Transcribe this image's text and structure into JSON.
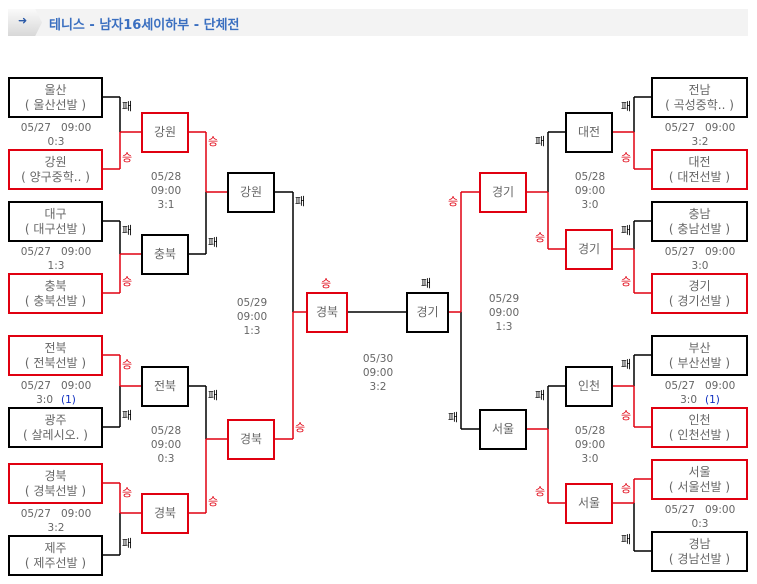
{
  "header": {
    "title": "테니스 - 남자16세이하부 - 단체전",
    "icon": "arrow-right-icon"
  },
  "labels": {
    "win": "승",
    "lose": "패"
  },
  "colors": {
    "win": "#e00010",
    "lose": "#000000",
    "title": "#3a6fc0",
    "note": "#1030c0"
  },
  "left": {
    "r1": [
      {
        "top": {
          "name": "울산",
          "team": "( 울산선발 )",
          "win": false
        },
        "bottom": {
          "name": "강원",
          "team": "( 양구중학.. )",
          "win": true
        },
        "date": "05/27",
        "time": "09:00",
        "score": "0:3",
        "note": ""
      },
      {
        "top": {
          "name": "대구",
          "team": "( 대구선발 )",
          "win": false
        },
        "bottom": {
          "name": "충북",
          "team": "( 충북선발 )",
          "win": true
        },
        "date": "05/27",
        "time": "09:00",
        "score": "1:3",
        "note": ""
      },
      {
        "top": {
          "name": "전북",
          "team": "( 전북선발 )",
          "win": true
        },
        "bottom": {
          "name": "광주",
          "team": "( 살레시오. )",
          "win": false
        },
        "date": "05/27",
        "time": "09:00",
        "score": "3:0",
        "note": "(1)"
      },
      {
        "top": {
          "name": "경북",
          "team": "( 경북선발 )",
          "win": true
        },
        "bottom": {
          "name": "제주",
          "team": "( 제주선발 )",
          "win": false
        },
        "date": "05/27",
        "time": "09:00",
        "score": "3:2",
        "note": ""
      }
    ],
    "r2": [
      {
        "top": {
          "name": "강원",
          "win": true
        },
        "bottom": {
          "name": "충북",
          "win": false
        },
        "date": "05/28",
        "time": "09:00",
        "score": "3:1"
      },
      {
        "top": {
          "name": "전북",
          "win": false
        },
        "bottom": {
          "name": "경북",
          "win": true
        },
        "date": "05/28",
        "time": "09:00",
        "score": "0:3"
      }
    ],
    "r3": [
      {
        "top": {
          "name": "강원",
          "win": false
        },
        "bottom": {
          "name": "경북",
          "win": true
        },
        "date": "05/29",
        "time": "09:00",
        "score": "1:3"
      }
    ]
  },
  "right": {
    "r1": [
      {
        "top": {
          "name": "전남",
          "team": "( 곡성중학.. )",
          "win": false
        },
        "bottom": {
          "name": "대전",
          "team": "( 대전선발 )",
          "win": true
        },
        "date": "05/27",
        "time": "09:00",
        "score": "3:2",
        "note": ""
      },
      {
        "top": {
          "name": "충남",
          "team": "( 충남선발 )",
          "win": false
        },
        "bottom": {
          "name": "경기",
          "team": "( 경기선발 )",
          "win": true
        },
        "date": "05/27",
        "time": "09:00",
        "score": "3:0",
        "note": ""
      },
      {
        "top": {
          "name": "부산",
          "team": "( 부산선발 )",
          "win": false
        },
        "bottom": {
          "name": "인천",
          "team": "( 인천선발 )",
          "win": true
        },
        "date": "05/27",
        "time": "09:00",
        "score": "3:0",
        "note": "(1)"
      },
      {
        "top": {
          "name": "서울",
          "team": "( 서울선발 )",
          "win": true
        },
        "bottom": {
          "name": "경남",
          "team": "( 경남선발 )",
          "win": false
        },
        "date": "05/27",
        "time": "09:00",
        "score": "0:3",
        "note": ""
      }
    ],
    "r2": [
      {
        "top": {
          "name": "대전",
          "win": false
        },
        "bottom": {
          "name": "경기",
          "win": true
        },
        "date": "05/28",
        "time": "09:00",
        "score": "3:0"
      },
      {
        "top": {
          "name": "인천",
          "win": false
        },
        "bottom": {
          "name": "서울",
          "win": true
        },
        "date": "05/28",
        "time": "09:00",
        "score": "3:0"
      }
    ],
    "r3": [
      {
        "top": {
          "name": "경기",
          "win": true
        },
        "bottom": {
          "name": "서울",
          "win": false
        },
        "date": "05/29",
        "time": "09:00",
        "score": "1:3"
      }
    ]
  },
  "final": {
    "left": {
      "name": "경북",
      "win": true
    },
    "right": {
      "name": "경기",
      "win": false
    },
    "date": "05/30",
    "time": "09:00",
    "score": "3:2"
  }
}
